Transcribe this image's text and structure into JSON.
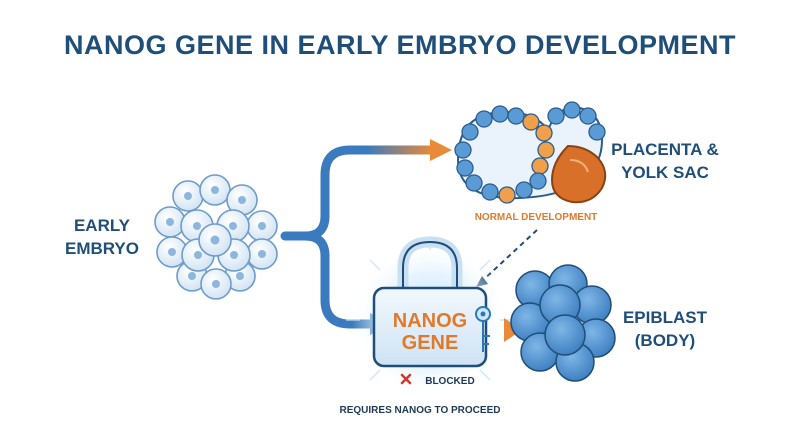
{
  "title": "NANOG GENE IN EARLY EMBRYO DEVELOPMENT",
  "labels": {
    "early_embryo": "EARLY\nEMBRYO",
    "placenta": "PLACENTA &\nYOLK SAC",
    "epiblast": "EPIBLAST\n(BODY)",
    "normal_development": "NORMAL DEVELOPMENT",
    "lock_text": "NANOG\nGENE",
    "blocked": "BLOCKED",
    "requires": "REQUIRES NANOG TO PROCEED"
  },
  "icons": {
    "embryo": "cell-cluster-icon",
    "placenta": "blastocyst-icon",
    "lock": "padlock-icon",
    "key": "key-icon",
    "epiblast": "epiblast-cluster-icon",
    "blocked": "x-mark-icon"
  },
  "colors": {
    "navy": "#1f4e78",
    "blue": "#3a7bbf",
    "orange": "#e07a2a",
    "light_blue": "#dcebf7",
    "red": "#d0392b"
  }
}
